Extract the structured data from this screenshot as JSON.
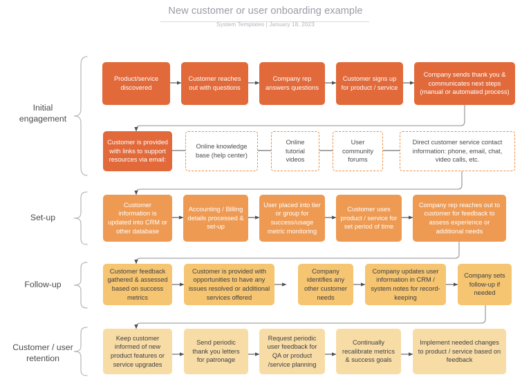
{
  "header": {
    "title": "New customer or user onboarding example",
    "subtitle": "System Templates  |  January 18, 2023"
  },
  "colors": {
    "row1_fill": "#e1693a",
    "row3_fill": "#ee9a52",
    "row4_fill": "#f5c571",
    "row5_fill": "#f8dca6",
    "dashed_border": "#ef8b3c",
    "title_text": "#9a9aa8",
    "connector": "#8c8c92"
  },
  "stages": [
    {
      "label": "Initial\nengagement",
      "label_line1": "Initial",
      "label_line2": "engagement"
    },
    {
      "label": "Set-up",
      "label_line1": "Set-up",
      "label_line2": ""
    },
    {
      "label": "Follow-up",
      "label_line1": "Follow-up",
      "label_line2": ""
    },
    {
      "label": "Customer / user\nretention",
      "label_line1": "Customer / user",
      "label_line2": "retention"
    }
  ],
  "rows": [
    {
      "name": "initial-engagement-row-1",
      "style": "solid-dark-orange",
      "nodes": [
        {
          "text": "Product/service discovered"
        },
        {
          "text": "Customer reaches out with questions"
        },
        {
          "text": "Company rep answers questions"
        },
        {
          "text": "Customer signs up for product / service"
        },
        {
          "text": "Company sends thank you & communicates next steps (manual or automated process)"
        }
      ]
    },
    {
      "name": "initial-engagement-row-2",
      "style": "mixed-solid-and-dashed",
      "nodes": [
        {
          "text": "Customer is provided with links to support resources via email:",
          "variant": "solid"
        },
        {
          "text": "Online knowledge base (help center)",
          "variant": "dashed"
        },
        {
          "text": "Online tutorial videos",
          "variant": "dashed"
        },
        {
          "text": "User community forums",
          "variant": "dashed"
        },
        {
          "text": "Direct customer service contact information: phone, email, chat, video calls, etc.",
          "variant": "dashed"
        }
      ]
    },
    {
      "name": "set-up-row",
      "style": "solid-medium-orange",
      "nodes": [
        {
          "text": "Customer information is updated into CRM or other database"
        },
        {
          "text": "Accounting / Billing details processed & set-up"
        },
        {
          "text": "User placed into tier or group for success/usage metric monitoring"
        },
        {
          "text": "Customer uses product / service for set period of time"
        },
        {
          "text": "Company rep reaches out to customer for feedback to assess experience or additional needs"
        }
      ]
    },
    {
      "name": "follow-up-row",
      "style": "solid-amber",
      "nodes": [
        {
          "text": "Customer feedback gathered & assessed based on success metrics"
        },
        {
          "text": "Customer is provided with opportunities to have any issues resolved or additional services offered"
        },
        {
          "text": "Company identifies any other customer needs"
        },
        {
          "text": "Company updates user information in CRM / system notes for record-keeping"
        },
        {
          "text": "Company sets follow-up if needed"
        }
      ]
    },
    {
      "name": "retention-row",
      "style": "solid-cream",
      "nodes": [
        {
          "text": "Keep customer informed of new product features or service upgrades"
        },
        {
          "text": "Send periodic thank you letters for patronage"
        },
        {
          "text": "Request periodic user feedback for QA or product /service planning"
        },
        {
          "text": "Continually recalibrate metrics & success goals"
        },
        {
          "text": "Implement needed changes to product / service based on feedback"
        }
      ]
    }
  ]
}
